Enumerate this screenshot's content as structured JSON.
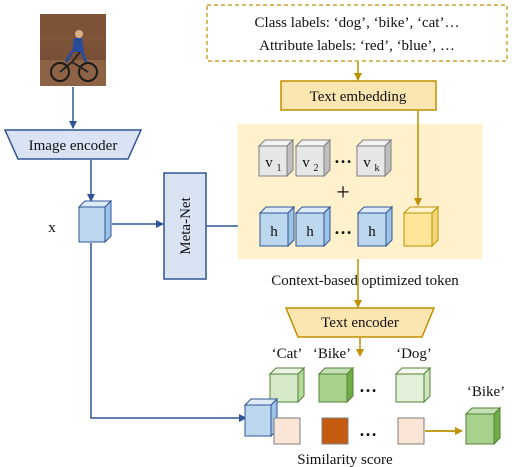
{
  "input_photo": {
    "description_icon": "cyclist-photo-icon"
  },
  "class_box": {
    "line1": "Class labels: ‘dog’, ‘bike’, ‘cat’…",
    "line2": "Attribute labels: ‘red’, ‘blue’, …"
  },
  "text_embedding": {
    "label": "Text embedding"
  },
  "image_encoder": {
    "label": "Image encoder"
  },
  "feature": {
    "label": "x"
  },
  "meta_net": {
    "label": "Meta-Net"
  },
  "v_tokens": [
    {
      "base": "v",
      "sub": "1"
    },
    {
      "base": "v",
      "sub": "2"
    },
    {
      "base": "v",
      "sub": "k"
    }
  ],
  "h_tokens": [
    "h",
    "h",
    "h"
  ],
  "ellipsis": "…",
  "plus": "+",
  "context_caption": "Context-based optimized token",
  "text_encoder": {
    "label": "Text encoder"
  },
  "class_names": [
    "‘Cat’",
    "‘Bike’",
    "‘Dog’"
  ],
  "result_label": "‘Bike’",
  "similarity_caption": "Similarity score",
  "colors": {
    "blue_line": "#2f5597",
    "blue_fill": "#bdd7ee",
    "meta_fill": "#dae3f3",
    "gold": "#bf9000",
    "tan_fill": "#fff2cc",
    "context_bg": "#fef1cc",
    "text_embed_fill": "#fbe5b0",
    "green_light": "#e2f0d9",
    "green_mid": "#c5e0b4",
    "green_dark": "#a9d18e",
    "score_light": "#fbe5d6",
    "score_dark": "#c55a11"
  }
}
